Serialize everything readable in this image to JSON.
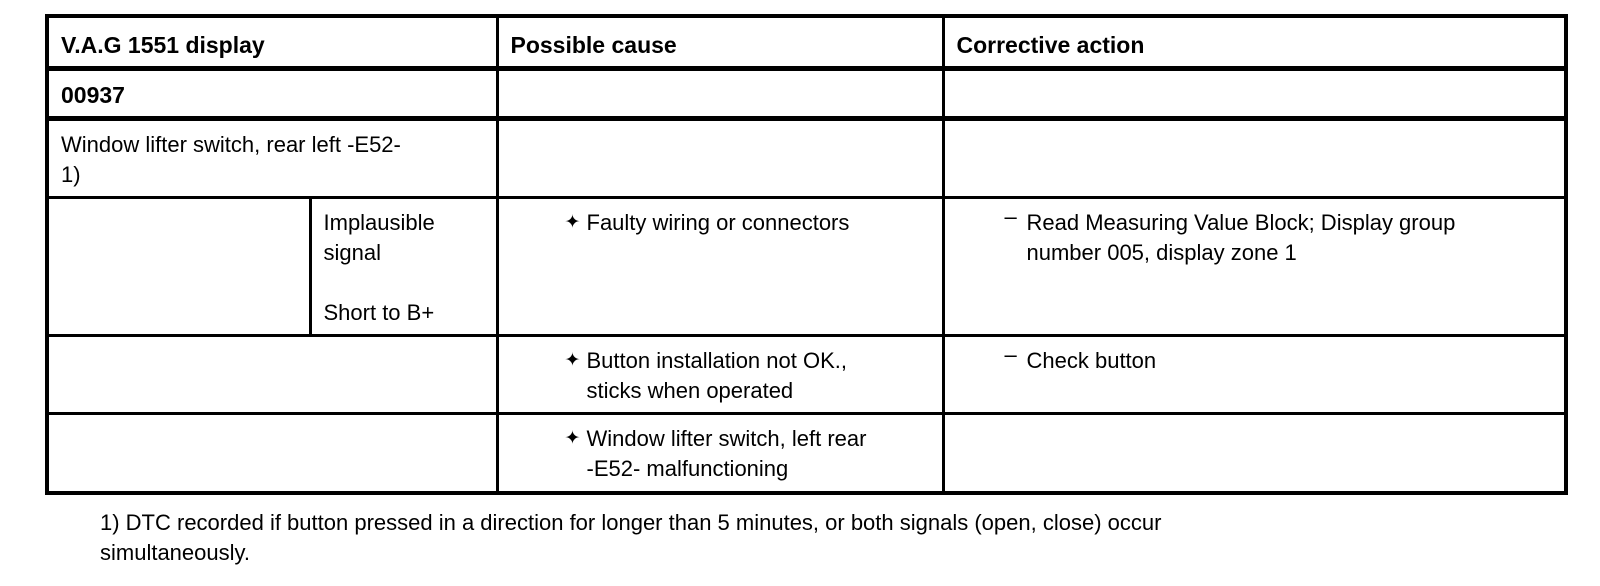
{
  "page": {
    "background": "#ffffff",
    "text_color": "#000000",
    "border_color": "#000000"
  },
  "table": {
    "header": {
      "display": "V.A.G 1551 display",
      "cause": "Possible cause",
      "action": "Corrective action"
    },
    "code": "00937",
    "description": {
      "line1": "Window lifter switch, rear left -E52-",
      "line2": "1)"
    },
    "signal": {
      "entry1": "Implausible signal",
      "entry2": "Short to B+"
    },
    "markers": {
      "cause": "✦",
      "action": "–"
    },
    "rows": [
      {
        "cause_line1": "Faulty wiring or connectors",
        "cause_line2": "",
        "action_line1": "Read Measuring Value Block; Display group",
        "action_line2": "number 005, display zone 1"
      },
      {
        "cause_line1": "Button installation not OK.,",
        "cause_line2": "sticks when operated",
        "action_line1": "Check button",
        "action_line2": ""
      },
      {
        "cause_line1": "Window lifter switch, left rear",
        "cause_line2": "-E52- malfunctioning",
        "action_line1": "",
        "action_line2": ""
      }
    ]
  },
  "footnote": {
    "line1": "1) DTC recorded if button pressed in a direction for longer than 5 minutes, or both signals (open, close) occur",
    "line2": "simultaneously."
  }
}
